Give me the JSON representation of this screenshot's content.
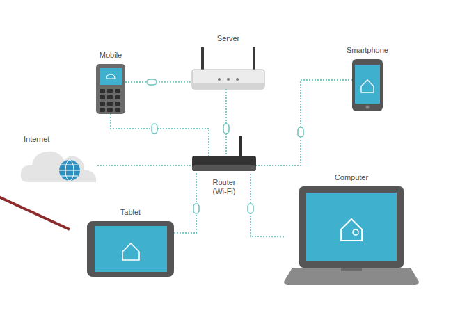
{
  "diagram": {
    "nodes": [
      {
        "text": [
          "Mobile"
        ]
      },
      {
        "text": [
          "Server"
        ]
      },
      {
        "text": [
          "Smartphone"
        ]
      },
      {
        "text": [
          "Internet"
        ]
      },
      {
        "text": [
          "Router (Wi-Fi)"
        ]
      },
      {
        "text": [
          "Tablet"
        ]
      },
      {
        "text": [
          "Computer"
        ]
      }
    ],
    "edges": [
      {
        "from": 0,
        "to": 1,
        "arrow": "none"
      },
      {
        "from": 0,
        "to": 4,
        "arrow": "none"
      },
      {
        "from": 1,
        "to": 4,
        "arrow": "none"
      },
      {
        "from": 2,
        "to": 4,
        "arrow": "none"
      },
      {
        "from": 3,
        "to": 4,
        "arrow": "none"
      },
      {
        "from": 5,
        "to": 4,
        "arrow": "none"
      },
      {
        "from": 6,
        "to": 4,
        "arrow": "none"
      }
    ]
  }
}
